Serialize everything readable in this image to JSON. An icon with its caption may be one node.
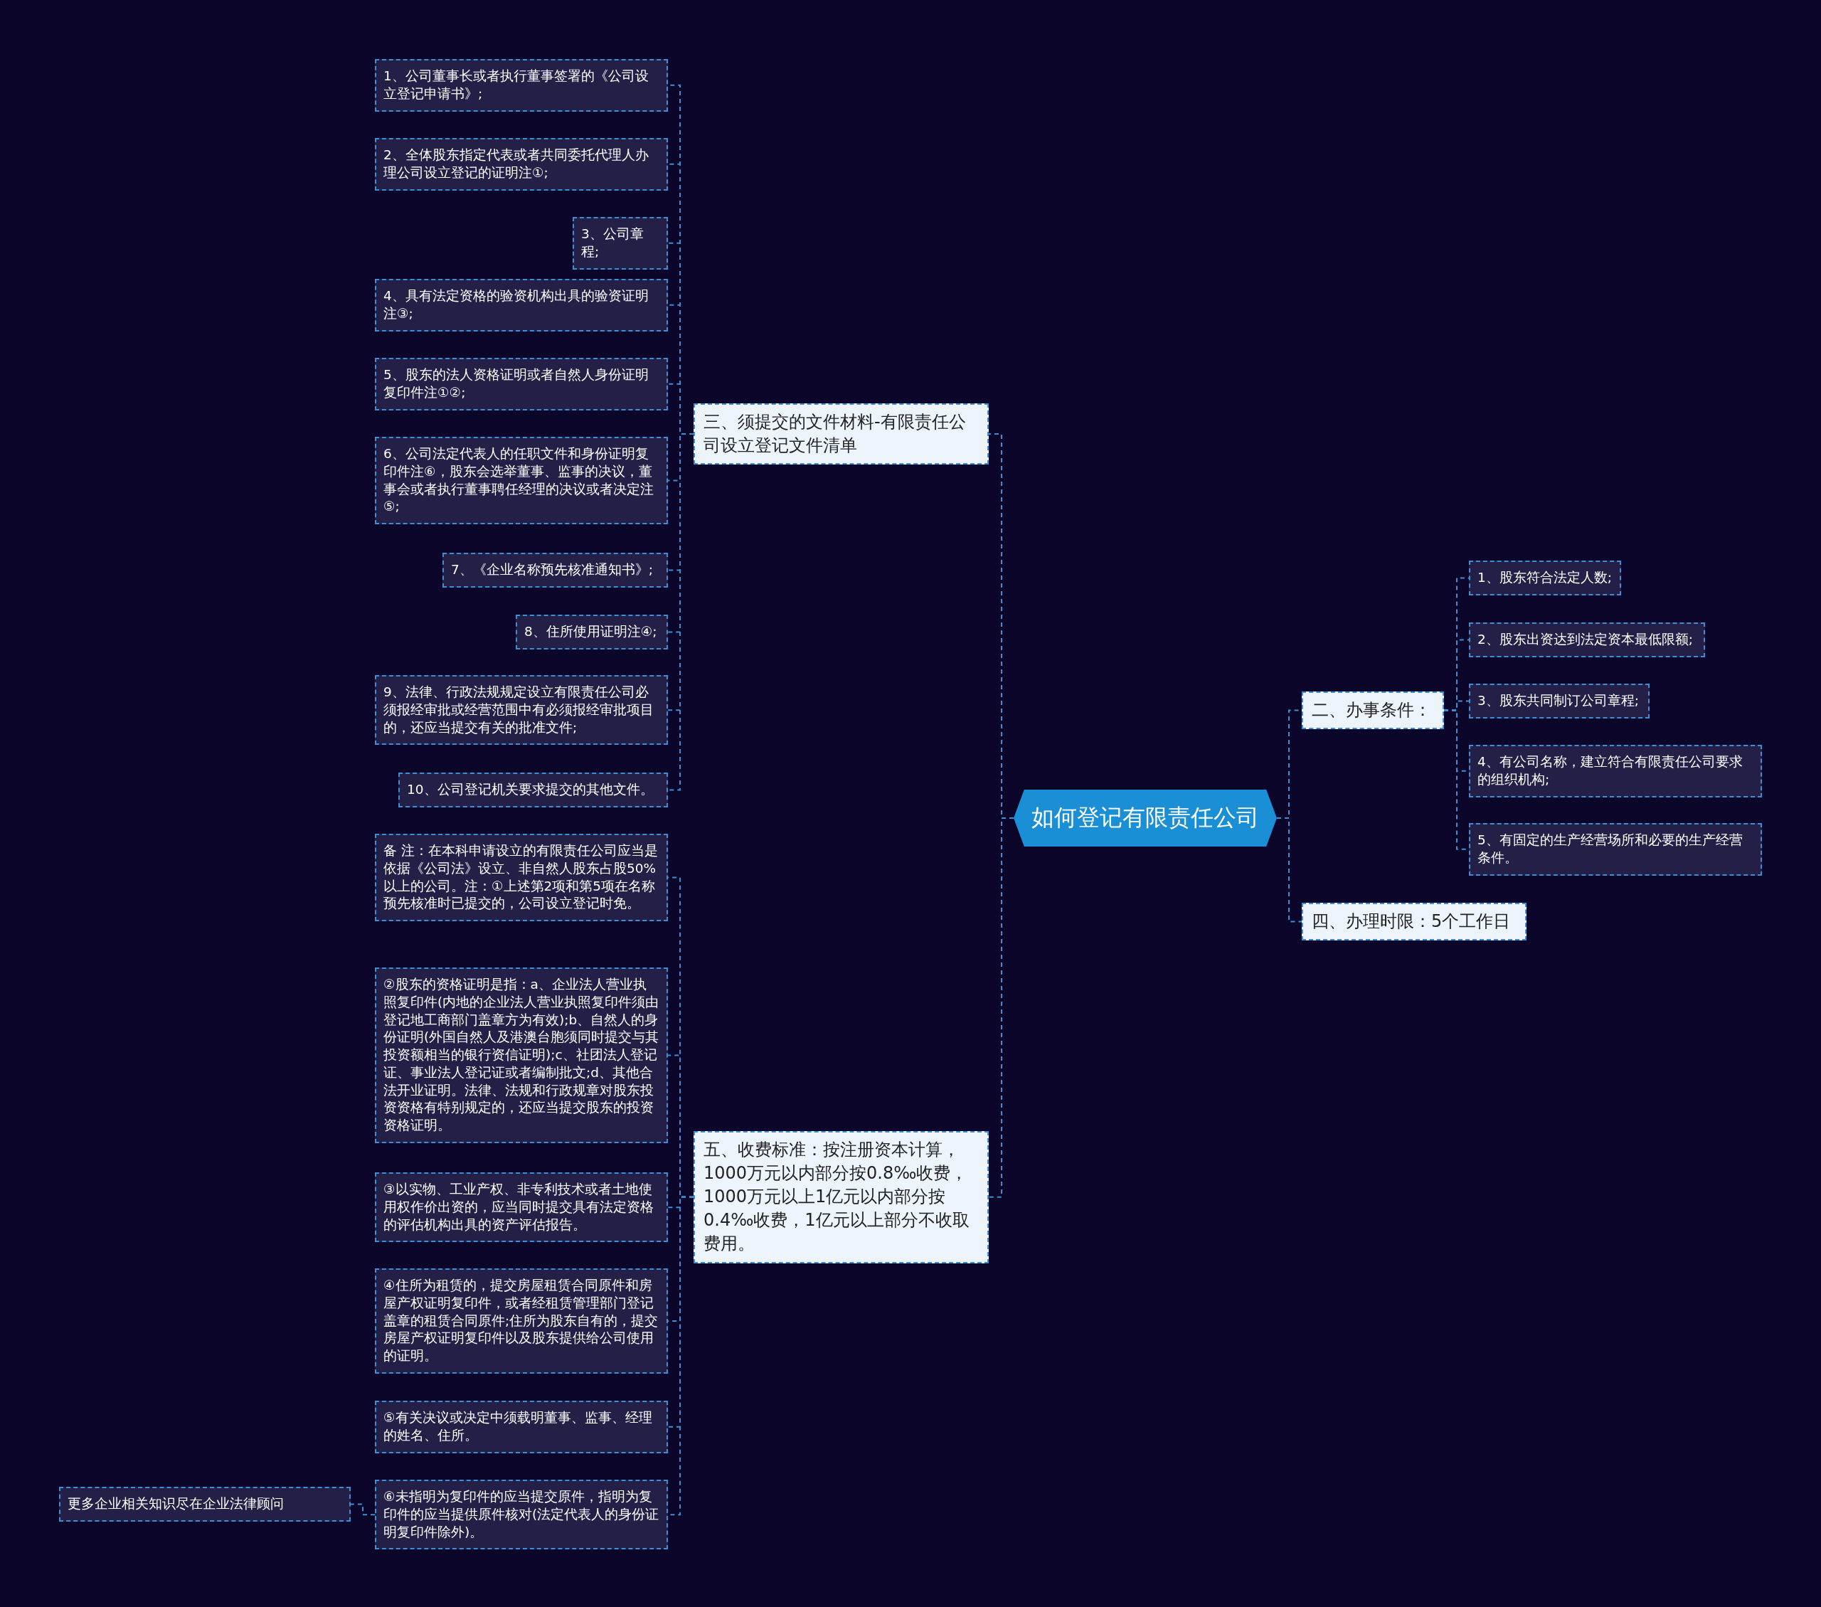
{
  "diagram": {
    "nodes": [
      {
        "text": [
          "如何登记有限责任公司"
        ]
      },
      {
        "text": [
          "二、办事条件："
        ]
      },
      {
        "text": [
          "1、股东符合法定人数;"
        ]
      },
      {
        "text": [
          "2、股东出资达到法定资本最低限额;"
        ]
      },
      {
        "text": [
          "3、股东共同制订公司章程;"
        ]
      },
      {
        "text": [
          "4、有公司名称，建立符合有限责任公司要求的组织机构;"
        ]
      },
      {
        "text": [
          "5、有固定的生产经营场所和必要的生产经营条件。"
        ]
      },
      {
        "text": [
          "四、办理时限：5个工作日"
        ]
      },
      {
        "text": [
          "三、须提交的文件材料-有限责任公司设立登记文件清单"
        ]
      },
      {
        "text": [
          "1、公司董事长或者执行董事签署的《公司设立登记申请书》;"
        ]
      },
      {
        "text": [
          "2、全体股东指定代表或者共同委托代理人办理公司设立登记的证明注①;"
        ]
      },
      {
        "text": [
          "3、公司章程;"
        ]
      },
      {
        "text": [
          "4、具有法定资格的验资机构出具的验资证明注③;"
        ]
      },
      {
        "text": [
          "5、股东的法人资格证明或者自然人身份证明复印件注①②;"
        ]
      },
      {
        "text": [
          "6、公司法定代表人的任职文件和身份证明复印件注⑥，股东会选举董事、监事的决议，董事会或者执行董事聘任经理的决议或者决定注⑤;"
        ]
      },
      {
        "text": [
          "7、《企业名称预先核准通知书》;"
        ]
      },
      {
        "text": [
          "8、住所使用证明注④;"
        ]
      },
      {
        "text": [
          "9、法律、行政法规规定设立有限责任公司必须报经审批或经营范围中有必须报经审批项目的，还应当提交有关的批准文件;"
        ]
      },
      {
        "text": [
          "10、公司登记机关要求提交的其他文件。"
        ]
      },
      {
        "text": [
          "五、收费标准：按注册资本计算，1000万元以内部分按0.8‰收费，1000万元以上1亿元以内部分按0.4‰收费，1亿元以上部分不收取费用。"
        ]
      },
      {
        "text": [
          "备 注：在本科申请设立的有限责任公司应当是依据《公司法》设立、非自然人股东占股50%以上的公司。注：①上述第2项和第5项在名称预先核准时已提交的，公司设立登记时免。"
        ]
      },
      {
        "text": [
          "②股东的资格证明是指：a、企业法人营业执照复印件(内地的企业法人营业执照复印件须由登记地工商部门盖章方为有效);b、自然人的身份证明(外国自然人及港澳台胞须同时提交与其投资额相当的银行资信证明);c、社团法人登记证、事业法人登记证或者编制批文;d、其他合法开业证明。法律、法规和行政规章对股东投资资格有特别规定的，还应当提交股东的投资资格证明。"
        ]
      },
      {
        "text": [
          "③以实物、工业产权、非专利技术或者土地使用权作价出资的，应当同时提交具有法定资格的评估机构出具的资产评估报告。"
        ]
      },
      {
        "text": [
          "④住所为租赁的，提交房屋租赁合同原件和房屋产权证明复印件，或者经租赁管理部门登记盖章的租赁合同原件;住所为股东自有的，提交房屋产权证明复印件以及股东提供给公司使用的证明。"
        ]
      },
      {
        "text": [
          "⑤有关决议或决定中须载明董事、监事、经理的姓名、住所。"
        ]
      },
      {
        "text": [
          "⑥未指明为复印件的应当提交原件，指明为复印件的应当提供原件核对(法定代表人的身份证明复印件除外)。"
        ]
      },
      {
        "text": [
          "更多企业相关知识尽在企业法律顾问"
        ]
      }
    ],
    "edges": [
      {
        "from": 0,
        "to": 8,
        "arrow": "none"
      },
      {
        "from": 0,
        "to": 19,
        "arrow": "none"
      },
      {
        "from": 0,
        "to": 1,
        "arrow": "none"
      },
      {
        "from": 0,
        "to": 7,
        "arrow": "none"
      },
      {
        "from": 1,
        "to": 2,
        "arrow": "none"
      },
      {
        "from": 1,
        "to": 3,
        "arrow": "none"
      },
      {
        "from": 1,
        "to": 4,
        "arrow": "none"
      },
      {
        "from": 1,
        "to": 5,
        "arrow": "none"
      },
      {
        "from": 1,
        "to": 6,
        "arrow": "none"
      },
      {
        "from": 8,
        "to": 9,
        "arrow": "none"
      },
      {
        "from": 8,
        "to": 10,
        "arrow": "none"
      },
      {
        "from": 8,
        "to": 11,
        "arrow": "none"
      },
      {
        "from": 8,
        "to": 12,
        "arrow": "none"
      },
      {
        "from": 8,
        "to": 13,
        "arrow": "none"
      },
      {
        "from": 8,
        "to": 14,
        "arrow": "none"
      },
      {
        "from": 8,
        "to": 15,
        "arrow": "none"
      },
      {
        "from": 8,
        "to": 16,
        "arrow": "none"
      },
      {
        "from": 8,
        "to": 17,
        "arrow": "none"
      },
      {
        "from": 8,
        "to": 18,
        "arrow": "none"
      },
      {
        "from": 19,
        "to": 20,
        "arrow": "none"
      },
      {
        "from": 19,
        "to": 21,
        "arrow": "none"
      },
      {
        "from": 19,
        "to": 22,
        "arrow": "none"
      },
      {
        "from": 19,
        "to": 23,
        "arrow": "none"
      },
      {
        "from": 19,
        "to": 24,
        "arrow": "none"
      },
      {
        "from": 19,
        "to": 25,
        "arrow": "none"
      },
      {
        "from": 25,
        "to": 26,
        "arrow": "none"
      }
    ]
  }
}
